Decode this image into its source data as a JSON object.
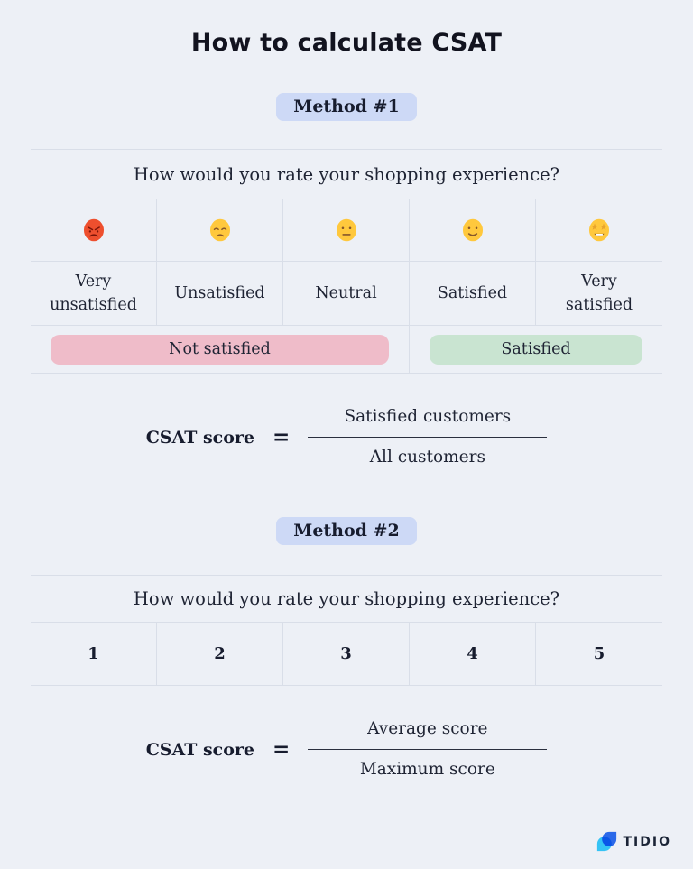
{
  "page": {
    "title": "How to calculate CSAT",
    "background_color": "#edf0f6",
    "line_color": "#d9dee8"
  },
  "method1": {
    "badge_label": "Method #1",
    "badge_color": "#cdd9f6",
    "table": {
      "question": "How would you rate your shopping experience?",
      "scale": [
        {
          "icon": "angry-face",
          "label": "Very unsatisfied"
        },
        {
          "icon": "disappointed-face",
          "label": "Unsatisfied"
        },
        {
          "icon": "neutral-face",
          "label": "Neutral"
        },
        {
          "icon": "slightly-smiling-face",
          "label": "Satisfied"
        },
        {
          "icon": "star-struck-face",
          "label": "Very satisfied"
        }
      ],
      "groups": [
        {
          "label": "Not satisfied",
          "color": "#efbcc9",
          "spans_columns": 3
        },
        {
          "label": "Satisfied",
          "color": "#c9e4d1",
          "spans_columns": 2
        }
      ]
    },
    "formula": {
      "lhs": "CSAT score",
      "equals": "=",
      "numerator": "Satisfied customers",
      "denominator": "All customers"
    }
  },
  "method2": {
    "badge_label": "Method #2",
    "badge_color": "#cdd9f6",
    "table": {
      "question": "How would you rate your shopping experience?",
      "scale": [
        "1",
        "2",
        "3",
        "4",
        "5"
      ]
    },
    "formula": {
      "lhs": "CSAT score",
      "equals": "=",
      "numerator": "Average score",
      "denominator": "Maximum score"
    }
  },
  "footer": {
    "brand": "TIDIO",
    "logo_icon": "tidio-chat-bubbles",
    "logo_colors": {
      "light_blue": "#35c3f5",
      "blue": "#2e6ff2"
    }
  }
}
